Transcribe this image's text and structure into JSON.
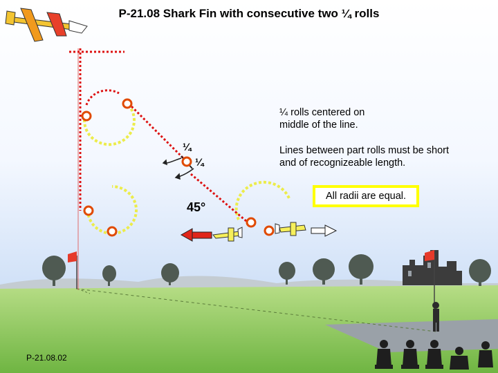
{
  "title": "P-21.08 Shark Fin with consecutive two ¼ rolls",
  "notes": {
    "rolls_centered": "¼ rolls centered on\nmiddle of the line.",
    "lines_between": "Lines between part rolls must be short\nand of recognizeable length.",
    "radii_equal": "All radii are equal."
  },
  "roll_labels": {
    "first": "¼",
    "second": "¼"
  },
  "angle_label": "45°",
  "figure_id": "P-21.08.02",
  "colors": {
    "sky": "#cfe0f7",
    "ground": "#8cc85a",
    "flight_path": "#dd1111",
    "loop": "#ecec4a",
    "roll_marker": "#e04a00",
    "note_border": "#ffff00",
    "arrow_entry": "#e0261a",
    "arrow_exit": "#ffffff"
  },
  "icons": [
    "aerobatic-plane-icon",
    "flag-icon",
    "judge-icon",
    "arrow-icon",
    "castle-ruins-icon",
    "tree-icon"
  ]
}
